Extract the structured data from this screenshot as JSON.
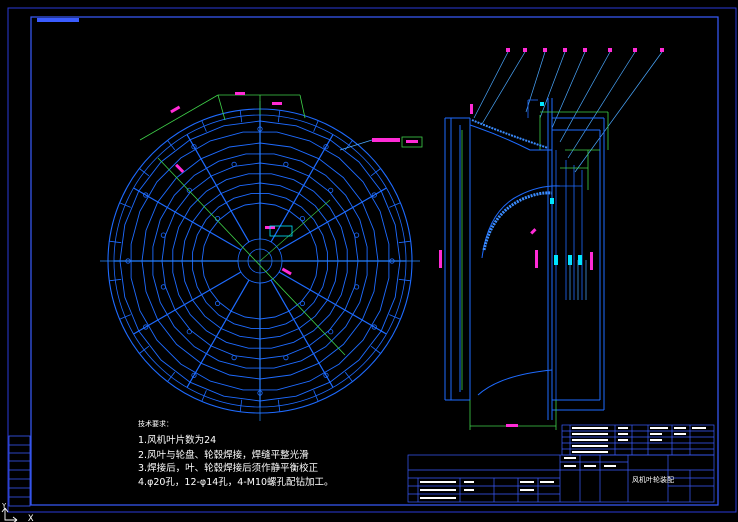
{
  "notes": {
    "heading": "技术要求：",
    "items": [
      "1.风机叶片数为24",
      "2.风叶与轮盘、轮毂焊接，焊缝平整光滑",
      "3.焊接后，叶、轮毂焊接后须作静平衡校正",
      "4.φ20孔，12-φ14孔，4-M10螺孔配钻加工。"
    ]
  },
  "title_block": {
    "drawing_name": "风机叶轮装配"
  },
  "ucs": {
    "y_label": "Y",
    "x_label": "X"
  },
  "colors": {
    "background": "#000000",
    "frame": "#3a5cff",
    "geometry": "#1e6bff",
    "centerline": "#2a8cff",
    "leader": "#4aa8ff",
    "dimension": "#ff2bd6",
    "section": "#3fd24a",
    "highlight": "#00e5ff",
    "text": "#ffffff"
  }
}
